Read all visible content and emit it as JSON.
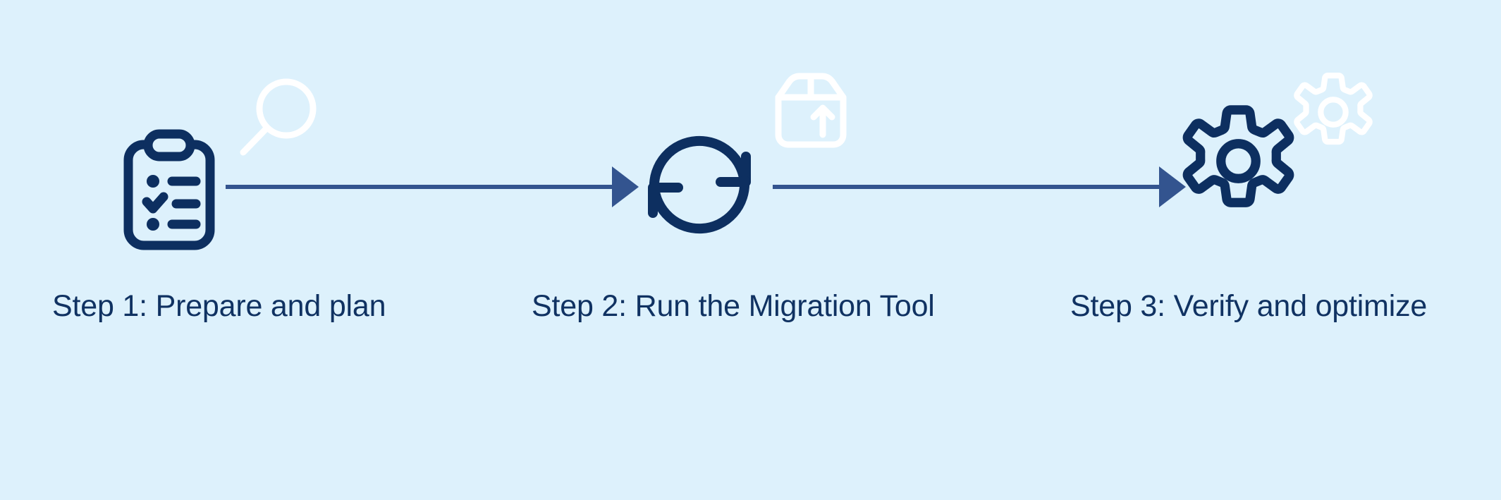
{
  "diagram": {
    "type": "process-flow",
    "title": "Migration process three-step flow",
    "orientation": "horizontal",
    "background_color": "#ddf1fc",
    "colors": {
      "background": "#ddf1fc",
      "primary_navy": "#103262",
      "icon_navy": "#0d2f60",
      "arrow_blue": "#33548f",
      "accent_white": "#ffffff",
      "text": "#103262"
    },
    "steps": [
      {
        "index": 1,
        "label": "Step 1: Prepare and plan",
        "primary_icon": "clipboard-checklist-icon",
        "accent_icon": "magnifying-glass-icon"
      },
      {
        "index": 2,
        "label": "Step 2: Run the Migration Tool",
        "primary_icon": "refresh-sync-arrows-icon",
        "accent_icon": "package-box-upload-icon"
      },
      {
        "index": 3,
        "label": "Step 3: Verify and optimize",
        "primary_icon": "gear-large-icon",
        "accent_icon": "gear-small-icon"
      }
    ],
    "connectors": [
      {
        "index": 1,
        "from_step": 1,
        "to_step": 2,
        "style": "solid-line-arrow",
        "color": "#33548f"
      },
      {
        "index": 2,
        "from_step": 2,
        "to_step": 3,
        "style": "solid-line-arrow",
        "color": "#33548f"
      }
    ]
  }
}
